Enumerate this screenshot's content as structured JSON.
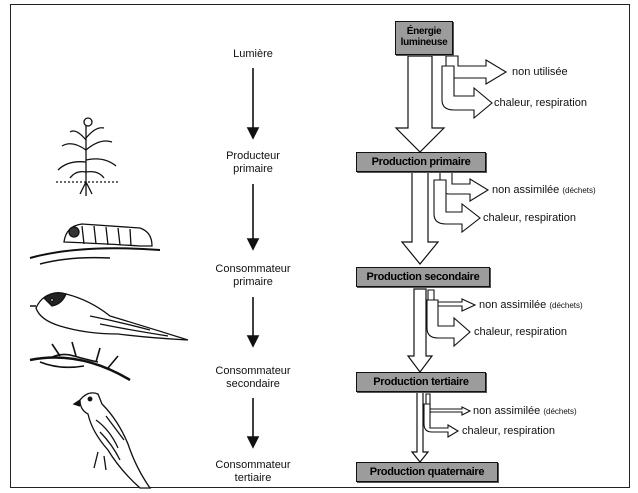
{
  "levels": {
    "lumiere": "Lumière",
    "producteur": [
      "Producteur",
      "primaire"
    ],
    "conso1": [
      "Consommateur",
      "primaire"
    ],
    "conso2": [
      "Consommateur",
      "secondaire"
    ],
    "conso3": [
      "Consommateur",
      "tertiaire"
    ]
  },
  "boxes": {
    "energie": [
      "Énergie",
      "lumineuse"
    ],
    "primaire": "Production primaire",
    "secondaire": "Production secondaire",
    "tertiaire": "Production tertiaire",
    "quaternaire": "Production quaternaire"
  },
  "losses": {
    "non_utilisee": "non utilisée",
    "chaleur1": "chaleur, respiration",
    "non_assimilee1": "non assimilée",
    "dechets1": "(déchets)",
    "chaleur2": "chaleur, respiration",
    "non_assimilee2": "non assimilée",
    "dechets2": "(déchets)",
    "chaleur3": "chaleur, respiration",
    "non_assimilee3": "non assimilée",
    "dechets3": "(déchets)",
    "chaleur4": "chaleur, respiration"
  },
  "illustrations": [
    "plant-icon",
    "caterpillar-icon",
    "bird-icon",
    "twig-icon",
    "hawk-icon"
  ]
}
